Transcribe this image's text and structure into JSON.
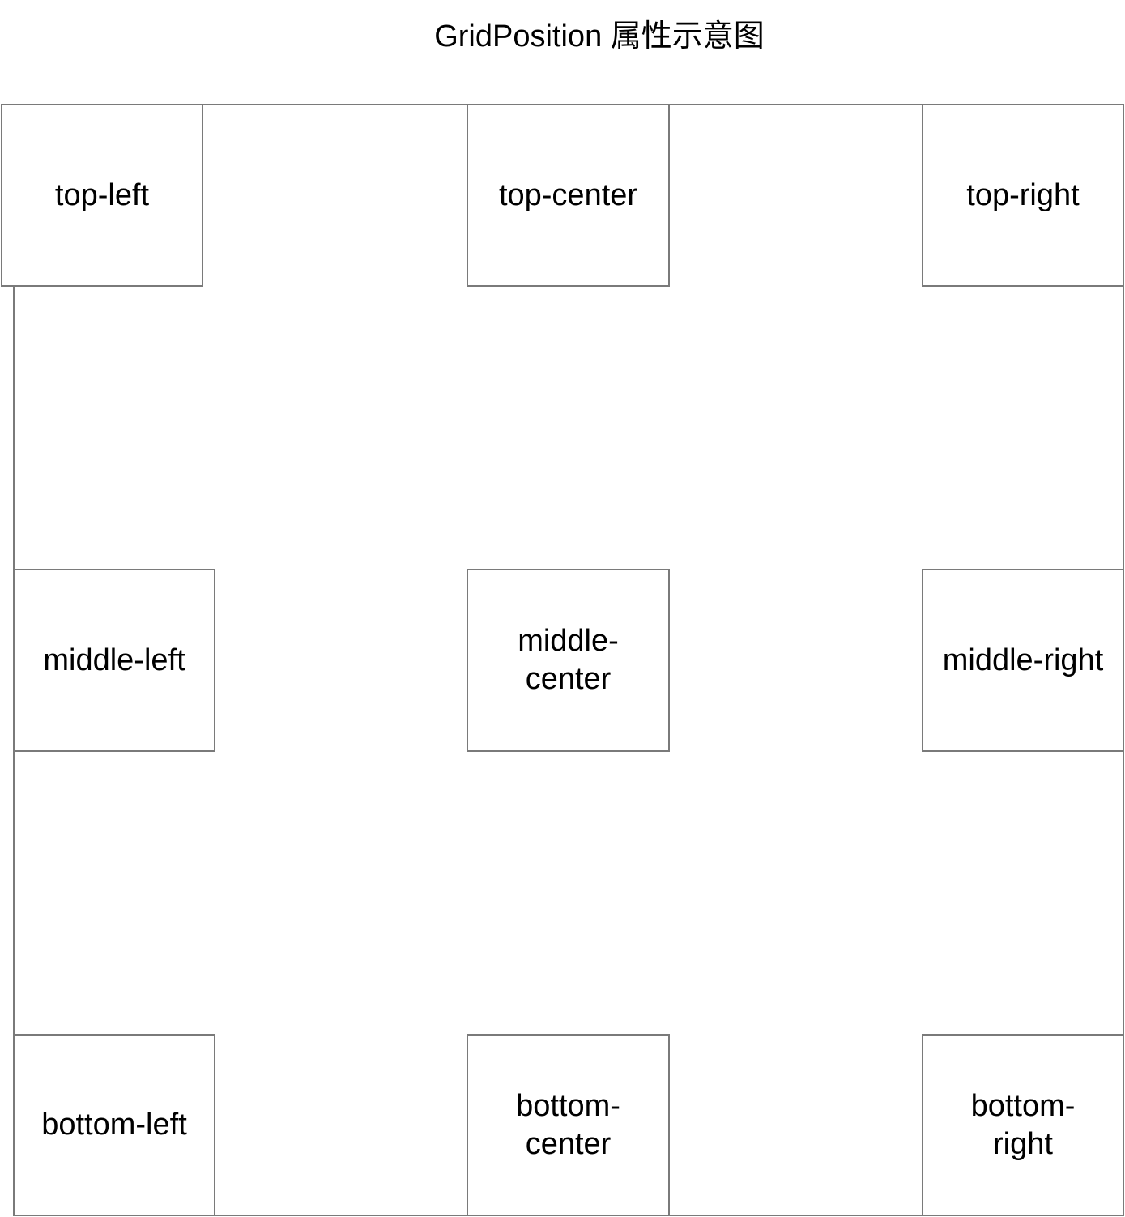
{
  "title": "GridPosition 属性示意图",
  "colors": {
    "border": "#7a7a7a",
    "background": "#ffffff",
    "text": "#000000"
  },
  "cells": {
    "top_left": "top-left",
    "top_center": "top-center",
    "top_right": "top-right",
    "middle_left": "middle-left",
    "middle_center": "middle-center",
    "middle_right": "middle-right",
    "bottom_left": "bottom-left",
    "bottom_center": "bottom-center",
    "bottom_right": "bottom-right"
  }
}
